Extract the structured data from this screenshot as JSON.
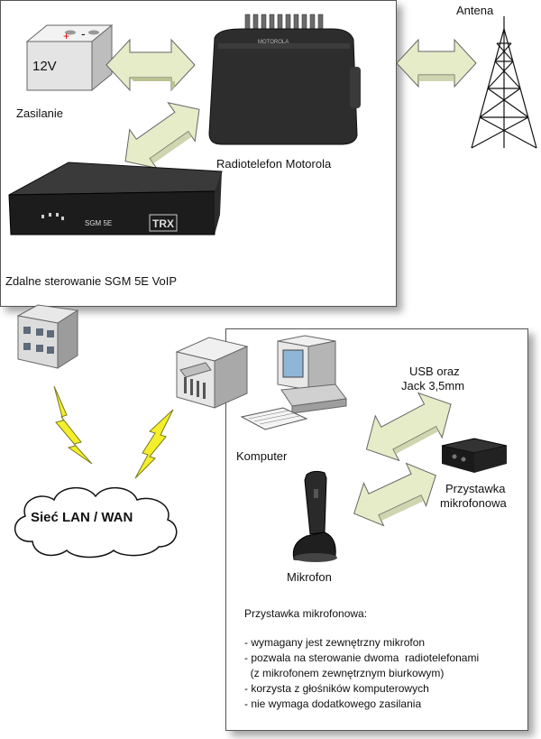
{
  "top_panel": {
    "battery": {
      "text": "12V",
      "plus": "+",
      "minus": "-"
    },
    "power_label": "Zasilanie",
    "radio_label": "Radiotelefon Motorola",
    "radio_brand": "MOTOROLA",
    "sgm_label": "Zdalne sterowanie SGM 5E VoIP",
    "sgm_device_text": "SGM 5E",
    "sgm_logo": "TRX"
  },
  "antenna_label": "Antena",
  "network": {
    "cloud_label": "Sieć LAN / WAN"
  },
  "bottom_panel": {
    "usb_label": [
      "USB oraz",
      "Jack 3,5mm"
    ],
    "computer_label": "Komputer",
    "adapter_label": [
      "Przystawka",
      "mikrofonowa"
    ],
    "microphone_label": "Mikrofon",
    "notes_title": "Przystawka mikrofonowa:",
    "notes": [
      "- wymagany jest zewnętrzny mikrofon",
      "- pozwala na sterowanie dwoma  radiotelefonami",
      "  (z mikrofonem zewnętrznym biurkowym)",
      "- korzysta z głośników komputerowych",
      "- nie wymaga dodatkowego zasilania"
    ]
  },
  "colors": {
    "arrow_fill": "#e6ecc8",
    "arrow_shade": "#b9c38f",
    "lightning": "#f4ef2a",
    "panel_border": "#555555"
  }
}
